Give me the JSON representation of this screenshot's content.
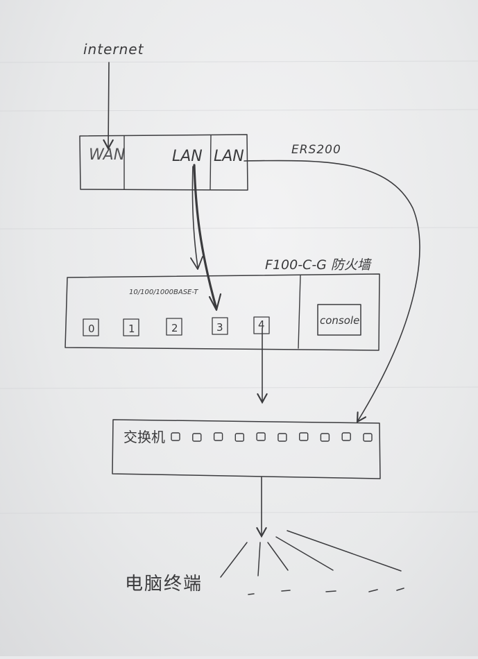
{
  "internet_label": "internet",
  "router": {
    "model": "ERS200",
    "ports": [
      "WAN",
      "LAN",
      "LAN"
    ]
  },
  "firewall": {
    "model": "F100-C-G 防火墙",
    "port_type": "10/100/1000BASE-T",
    "ports": [
      "0",
      "1",
      "2",
      "3",
      "4"
    ],
    "console_label": "console"
  },
  "switch": {
    "label": "交换机",
    "port_count": 10
  },
  "terminals_label": "电脑终端",
  "colors": {
    "ink": "#3b3b3e",
    "paper": "#eeeff0"
  }
}
